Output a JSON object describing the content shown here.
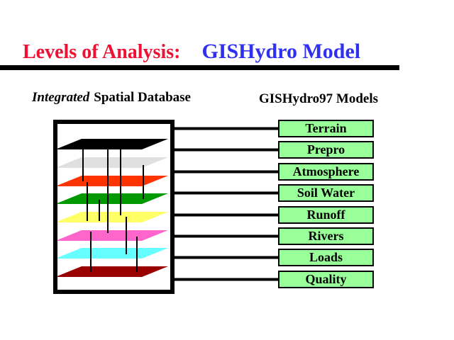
{
  "slide": {
    "title": {
      "left": "Levels of Analysis:",
      "right": "GISHydro Model",
      "left_color": "#EE1133",
      "right_color": "#3030F0"
    },
    "subtitle_left": {
      "emphasis": "Integrated",
      "rest": "Spatial Database"
    },
    "subtitle_right": "GISHydro97 Models",
    "diagram": {
      "model_box_fill": "#99FF99",
      "layers": [
        {
          "name": "layer-black",
          "color": "#000000"
        },
        {
          "name": "layer-gray",
          "color": "#E0E0E0"
        },
        {
          "name": "layer-red",
          "color": "#FF3300"
        },
        {
          "name": "layer-green",
          "color": "#009900"
        },
        {
          "name": "layer-yellow",
          "color": "#FFFF66"
        },
        {
          "name": "layer-pink",
          "color": "#FF66CC"
        },
        {
          "name": "layer-cyan",
          "color": "#66FFFF"
        },
        {
          "name": "layer-darkred",
          "color": "#990000"
        }
      ],
      "models": [
        {
          "label": "Terrain"
        },
        {
          "label": "Prepro"
        },
        {
          "label": "Atmosphere"
        },
        {
          "label": "Soil Water"
        },
        {
          "label": "Runoff"
        },
        {
          "label": "Rivers"
        },
        {
          "label": "Loads"
        },
        {
          "label": "Quality"
        }
      ]
    }
  }
}
